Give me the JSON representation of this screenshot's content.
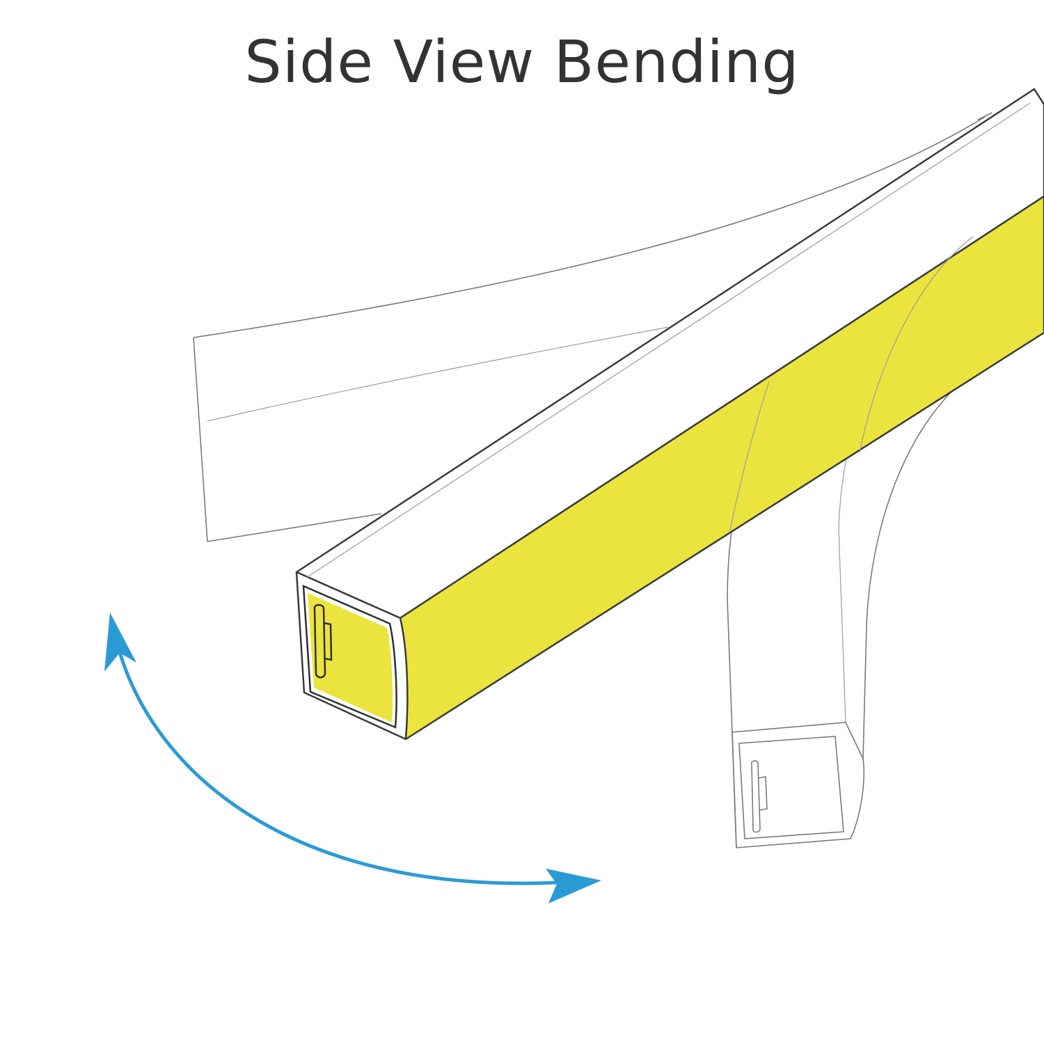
{
  "title": "Side View Bending",
  "colors": {
    "strip_fill": "#ece43e",
    "arrow": "#2b9bd6",
    "title_text": "#333333",
    "outline": "#3a3a3a"
  },
  "parts": {
    "strip": "yellow-neon-strip",
    "bent_up": "ghost-strip-bent-up",
    "bent_down": "ghost-strip-bent-down",
    "arrow": "double-headed-curved-arrow-icon"
  }
}
